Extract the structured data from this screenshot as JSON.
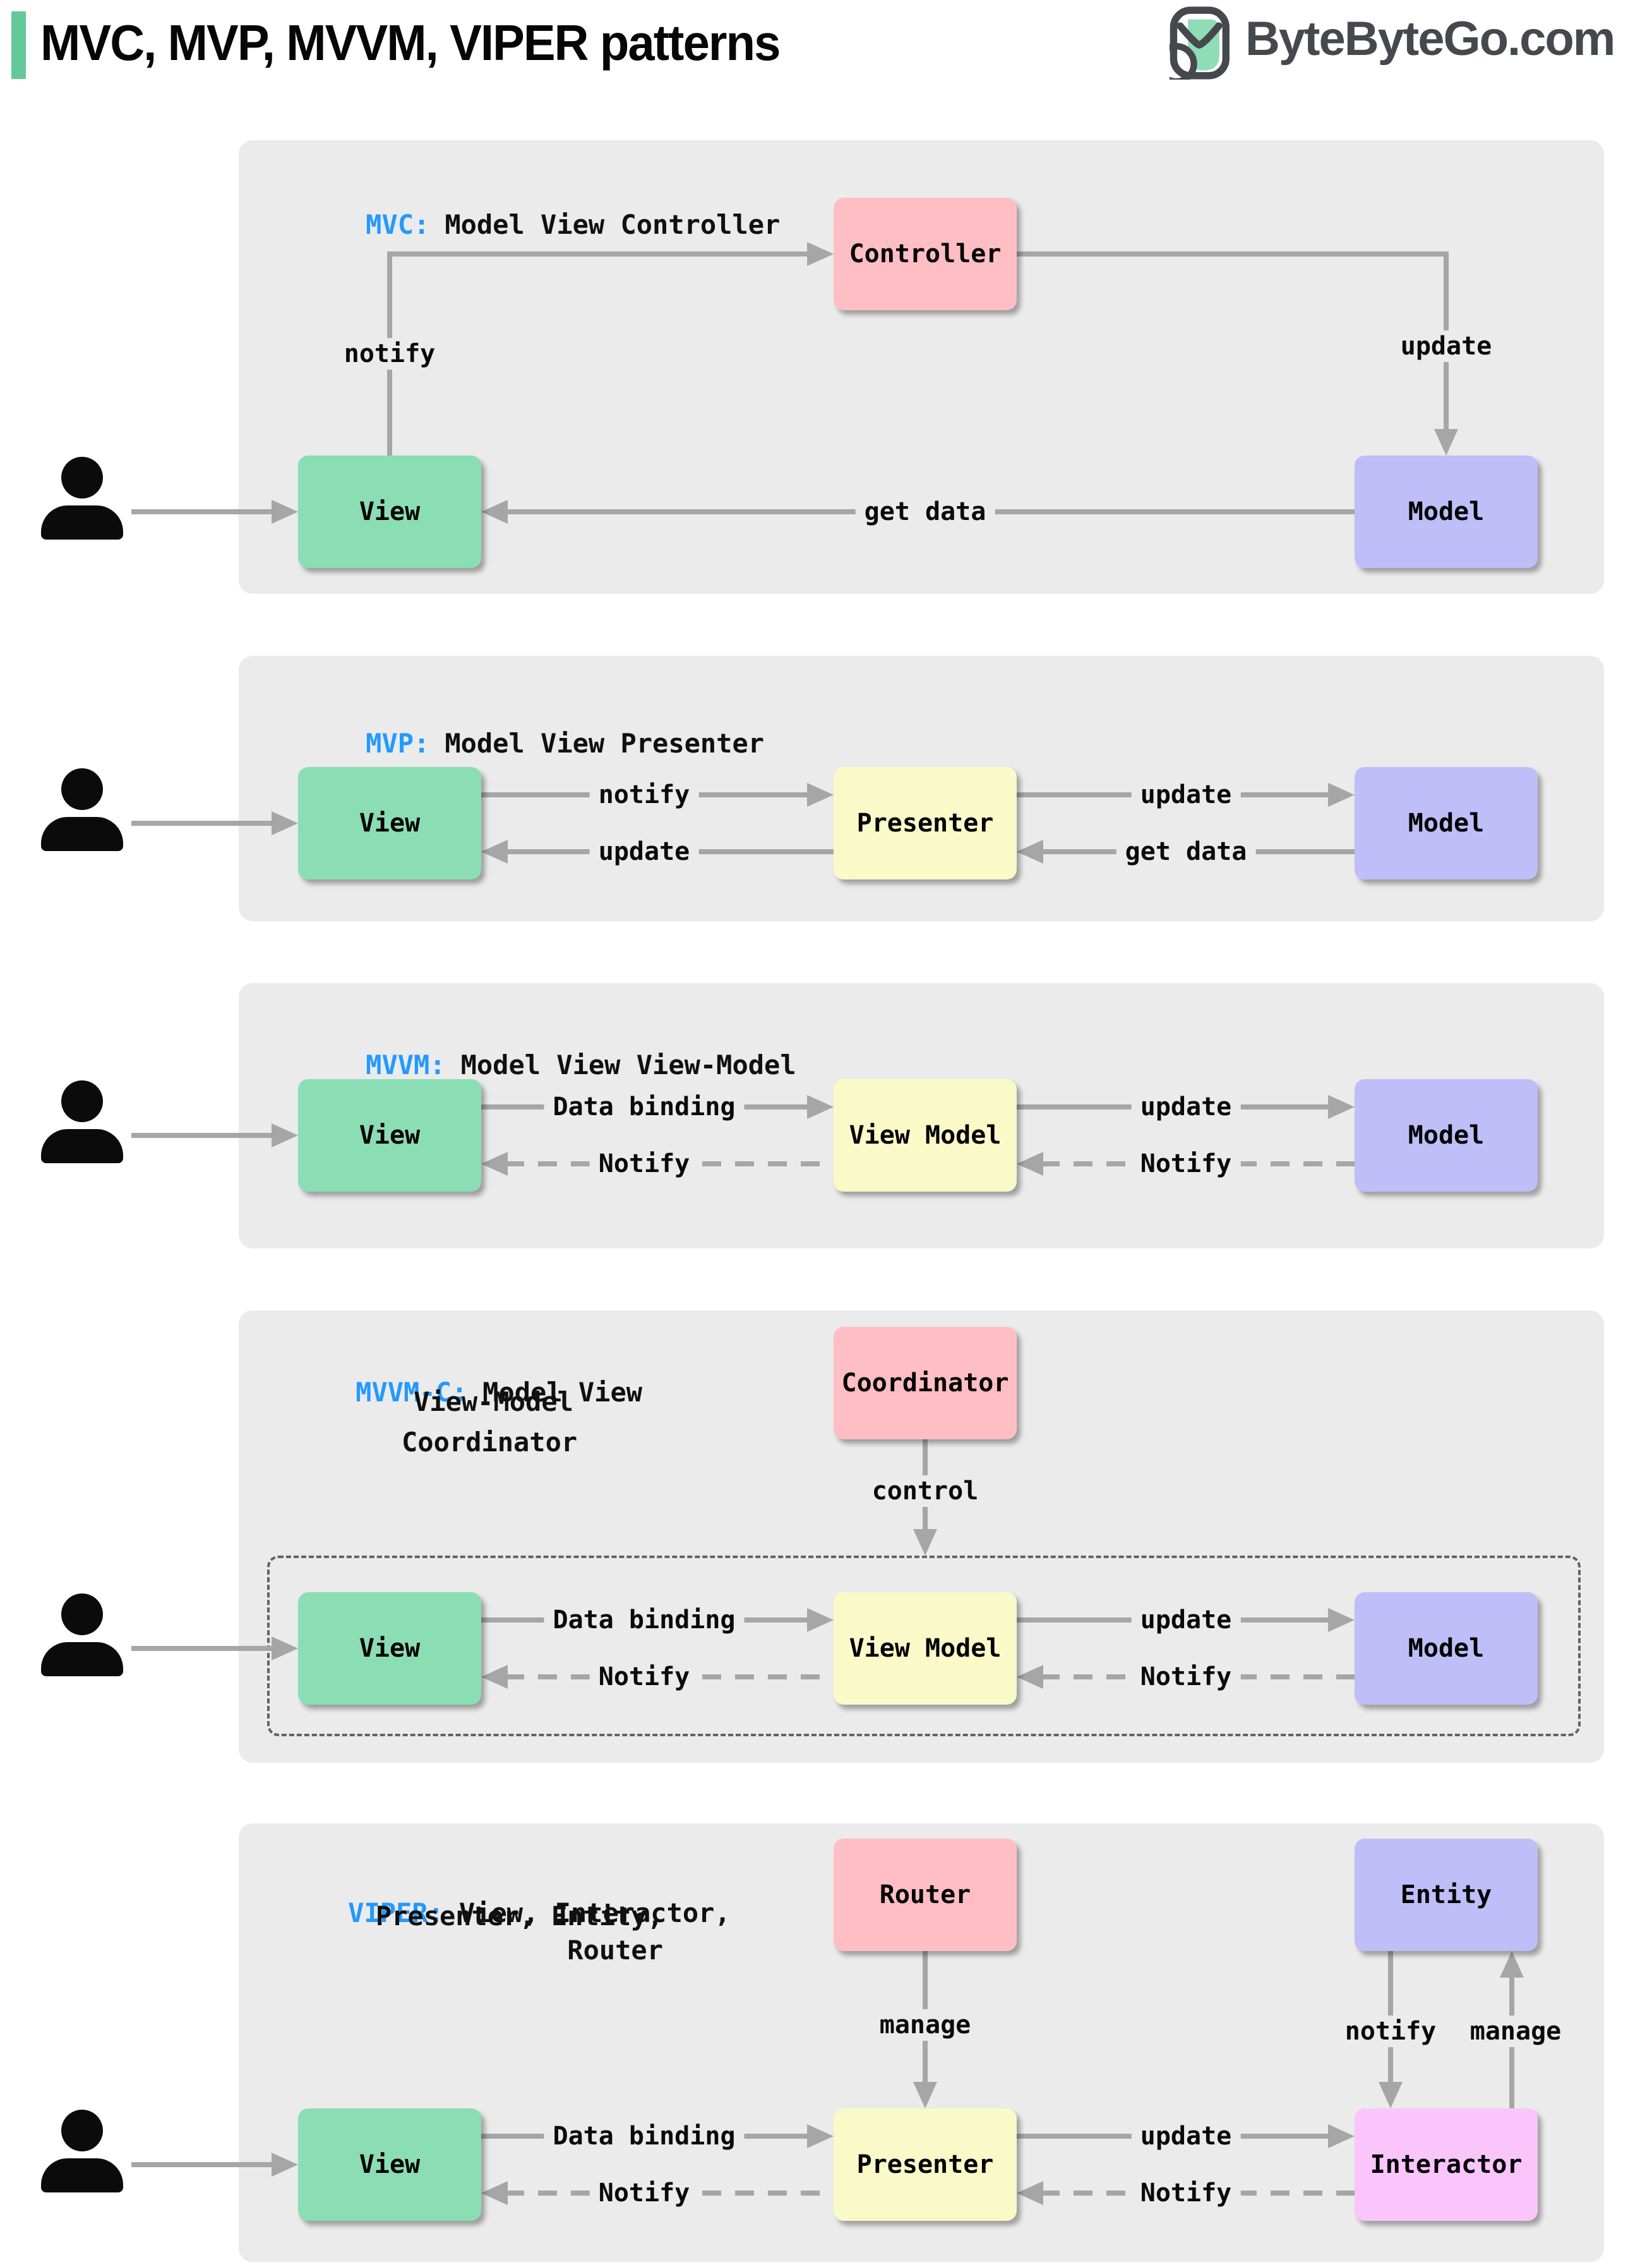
{
  "title": "MVC, MVP, MVVM, VIPER patterns",
  "logo": {
    "text": "ByteByteGo.com"
  },
  "colors": {
    "accent_green": "#63C998",
    "blue": "#2499FF",
    "panel_bg": "#EBEBEB",
    "arrow": "#A6A6A6",
    "view_green": "#8BDDB4",
    "pink": "#FFBEC3",
    "yellow": "#FAFAC8",
    "purple": "#BFBEF8",
    "magenta": "#FAC5FA",
    "logo_dark": "#45494D"
  },
  "patterns": {
    "mvc": {
      "abbr": "MVC:",
      "title": "Model View Controller",
      "boxes": {
        "view": "View",
        "controller": "Controller",
        "model": "Model"
      },
      "labels": {
        "notify": "notify",
        "update": "update",
        "get_data": "get data"
      }
    },
    "mvp": {
      "abbr": "MVP:",
      "title": "Model View Presenter",
      "boxes": {
        "view": "View",
        "presenter": "Presenter",
        "model": "Model"
      },
      "labels": {
        "notify": "notify",
        "update_to_model": "update",
        "get_data": "get data",
        "update_to_view": "update"
      }
    },
    "mvvm": {
      "abbr": "MVVM:",
      "title": "Model View View-Model",
      "boxes": {
        "view": "View",
        "view_model": "View Model",
        "model": "Model"
      },
      "labels": {
        "data_binding": "Data binding",
        "update": "update",
        "notify_model": "Notify",
        "notify_view": "Notify"
      }
    },
    "mvvmc": {
      "abbr": "MVVM-C:",
      "title_line1": "Model View",
      "title_line2": "View-Model",
      "title_line3": "Coordinator",
      "boxes": {
        "coordinator": "Coordinator",
        "view": "View",
        "view_model": "View Model",
        "model": "Model"
      },
      "labels": {
        "control": "control",
        "data_binding": "Data binding",
        "update": "update",
        "notify_model": "Notify",
        "notify_view": "Notify"
      }
    },
    "viper": {
      "abbr": "VIPER:",
      "title_line1": "View, Interactor,",
      "title_line2": "Presenter, Entity,",
      "title_line3": "Router",
      "boxes": {
        "router": "Router",
        "entity": "Entity",
        "view": "View",
        "presenter": "Presenter",
        "interactor": "Interactor"
      },
      "labels": {
        "manage_router": "manage",
        "notify_entity": "notify",
        "manage_entity": "manage",
        "data_binding": "Data binding",
        "update": "update",
        "notify_presenter": "Notify",
        "notify_view": "Notify"
      }
    }
  }
}
